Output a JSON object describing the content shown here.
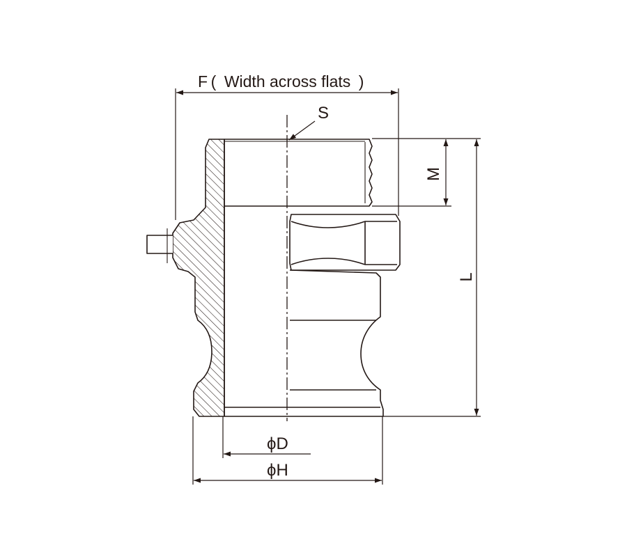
{
  "labels": {
    "width_across_flats": "F ( Width across flats )",
    "s": "S",
    "m": "M",
    "l": "L",
    "d": "ϕD",
    "h": "ϕH"
  },
  "colors": {
    "line": "#231815",
    "background": "#ffffff"
  }
}
